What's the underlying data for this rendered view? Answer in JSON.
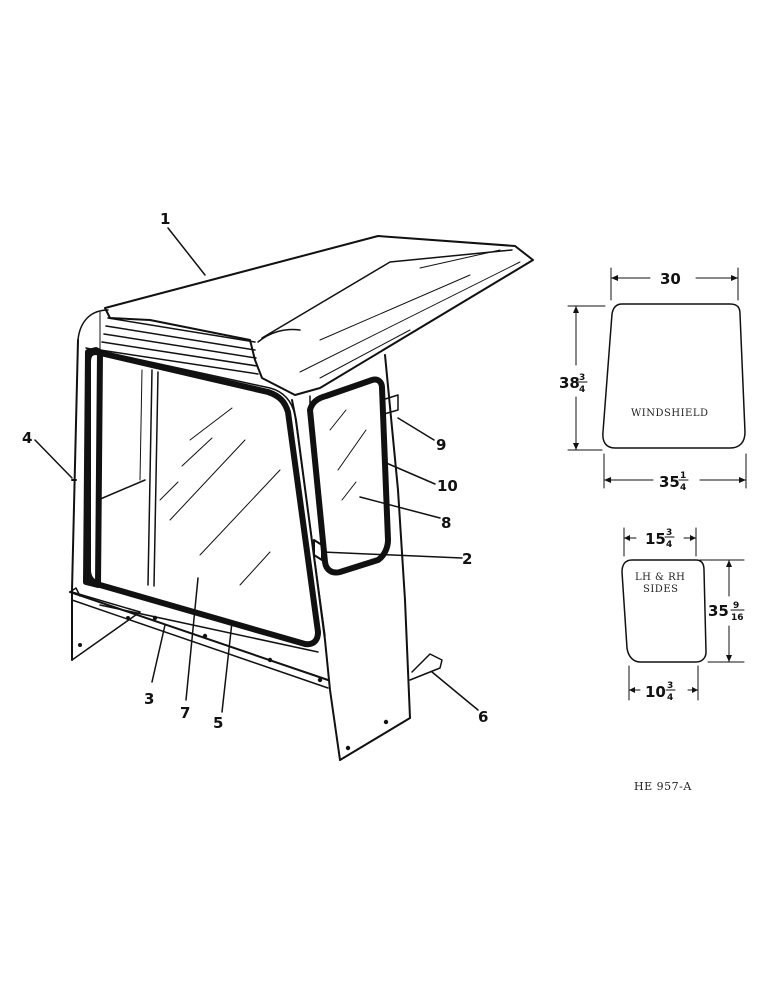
{
  "callouts": [
    {
      "id": "1",
      "label": "1"
    },
    {
      "id": "2",
      "label": "2"
    },
    {
      "id": "3",
      "label": "3"
    },
    {
      "id": "4",
      "label": "4"
    },
    {
      "id": "5",
      "label": "5"
    },
    {
      "id": "6",
      "label": "6"
    },
    {
      "id": "7",
      "label": "7"
    },
    {
      "id": "8",
      "label": "8"
    },
    {
      "id": "9",
      "label": "9"
    },
    {
      "id": "10",
      "label": "10"
    }
  ],
  "windshield": {
    "label": "WINDSHIELD",
    "top_width": "30",
    "height_whole": "38",
    "height_frac_num": "3",
    "height_frac_den": "4",
    "bottom_whole": "35",
    "bottom_frac_num": "1",
    "bottom_frac_den": "4"
  },
  "side_glass": {
    "label_line1": "LH & RH",
    "label_line2": "SIDES",
    "top_whole": "15",
    "top_frac_num": "3",
    "top_frac_den": "4",
    "height_whole": "35",
    "height_frac_num": "9",
    "height_frac_den": "16",
    "bottom_whole": "10",
    "bottom_frac_num": "3",
    "bottom_frac_den": "4"
  },
  "reference_code": "HE 957-A"
}
